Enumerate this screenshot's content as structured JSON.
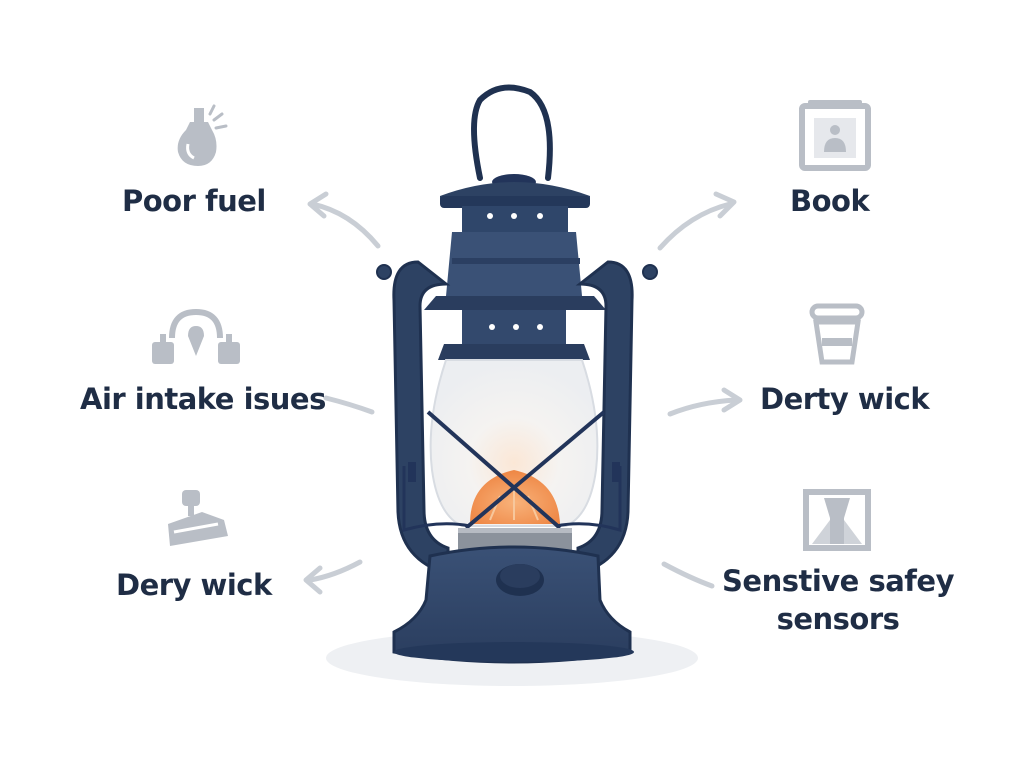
{
  "labels": {
    "poor_fuel": "Poor fuel",
    "air_intake": "Air intake isues",
    "dery_wick": "Dery wick",
    "book": "Book",
    "derty_wick": "Derty wick",
    "sensors_line1": "Senstive safey",
    "sensors_line2": "sensors"
  },
  "icons": {
    "poor_fuel": "fuel-drop-icon",
    "air_intake": "air-intake-icon",
    "dery_wick": "wick-holder-icon",
    "book": "book-icon",
    "derty_wick": "cup-icon",
    "sensors": "sensor-frame-icon"
  },
  "colors": {
    "lantern_navy": "#2d4263",
    "lantern_dark": "#1f3150",
    "text": "#1f2d45",
    "icon_gray": "#b9bec6",
    "arrow_gray": "#c9ced5",
    "flame": "#f0904a"
  }
}
